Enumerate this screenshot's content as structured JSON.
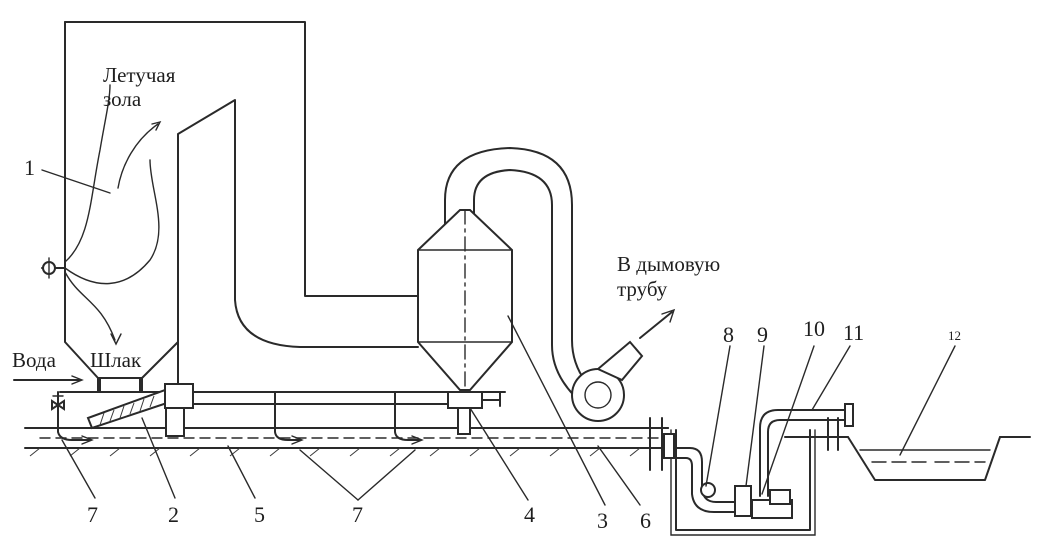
{
  "labels": {
    "fly_ash_line1": "Летучая",
    "fly_ash_line2": "зола",
    "water": "Вода",
    "slag": "Шлак",
    "to_chimney_line1": "В дымовую",
    "to_chimney_line2": "трубу"
  },
  "callouts": {
    "n1": "1",
    "n2": "2",
    "n3": "3",
    "n4": "4",
    "n5": "5",
    "n6": "6",
    "n7_left": "7",
    "n7_mid": "7",
    "n8": "8",
    "n9": "9",
    "n10": "10",
    "n11": "11",
    "n12": "12"
  },
  "colors": {
    "ink": "#2a2a2a",
    "paper": "#ffffff"
  }
}
